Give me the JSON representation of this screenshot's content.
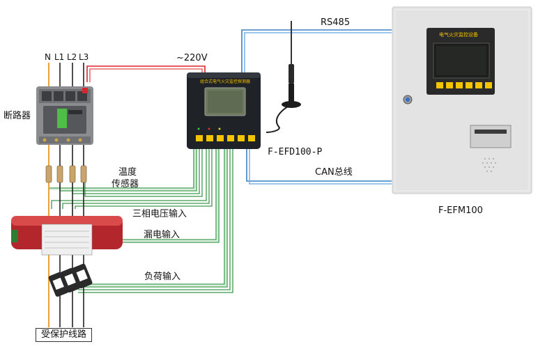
{
  "breaker": {
    "label": "断路器",
    "terminals": [
      "N",
      "L1",
      "L2",
      "L3"
    ]
  },
  "sensors": {
    "temp_label_line1": "温度",
    "temp_label_line2": "传感器"
  },
  "inputs": {
    "voltage": "三相电压输入",
    "leakage": "漏电输入",
    "load": "负荷输入"
  },
  "protected_line": {
    "label": "受保护线路"
  },
  "supply": {
    "label": "~220V"
  },
  "detector": {
    "model": "F-EFD100-P",
    "panel_title": "组合式电气火灾监控探测器"
  },
  "links": {
    "rs485": "RS485",
    "can": "CAN总线"
  },
  "host": {
    "model": "F-EFM100",
    "panel_title": "电气火灾监控设备"
  },
  "colors": {
    "n_wire": "#e8a33a",
    "phase_wire": "#222222",
    "supply_wire": "#d9262b",
    "green_wire": "#3a9a4a",
    "bus_wire": "#3a7fc4",
    "cabinet": "#e3e3e3",
    "detector_body": "#1f2227",
    "button_yellow": "#f3c400",
    "lcd": "#5f6b52",
    "ct_red": "#c92a2a"
  }
}
